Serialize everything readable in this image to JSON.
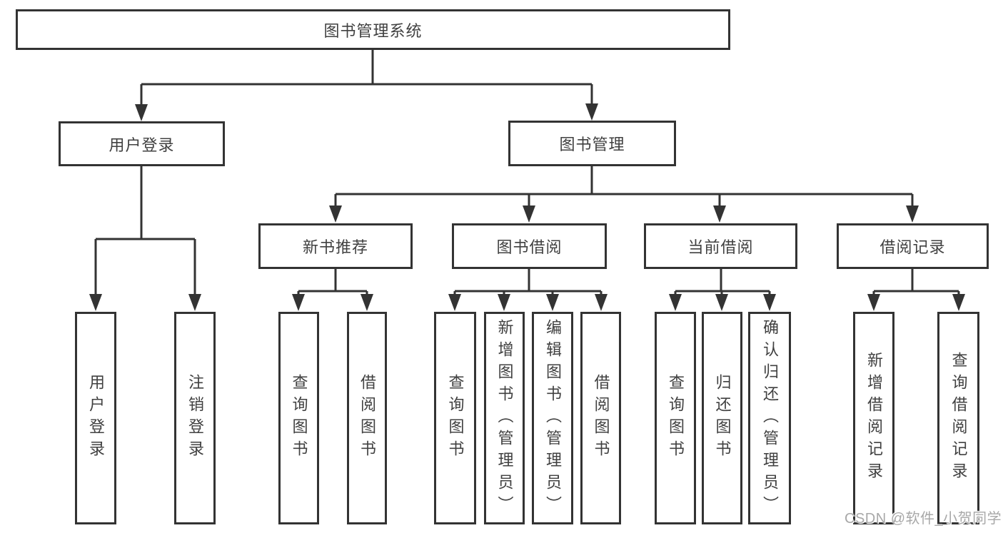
{
  "tree": {
    "root": {
      "label": "图书管理系统"
    },
    "children": [
      {
        "label": "用户登录",
        "children": [
          {
            "label": "用户登录"
          },
          {
            "label": "注销登录"
          }
        ]
      },
      {
        "label": "图书管理",
        "children": [
          {
            "label": "新书推荐",
            "children": [
              {
                "label": "查询图书"
              },
              {
                "label": "借阅图书"
              }
            ]
          },
          {
            "label": "图书借阅",
            "children": [
              {
                "label": "查询图书"
              },
              {
                "label": "新增图书（管理员）"
              },
              {
                "label": "编辑图书（管理员）"
              },
              {
                "label": "借阅图书"
              }
            ]
          },
          {
            "label": "当前借阅",
            "children": [
              {
                "label": "查询图书"
              },
              {
                "label": "归还图书"
              },
              {
                "label": "确认归还（管理员）"
              }
            ]
          },
          {
            "label": "借阅记录",
            "children": [
              {
                "label": "新增借阅记录"
              },
              {
                "label": "查询借阅记录"
              }
            ]
          }
        ]
      }
    ]
  },
  "watermark": {
    "text": "CSDN @软件_小贺同学"
  },
  "colors": {
    "line": "#333333",
    "text": "#404040",
    "watermark": "#a8a8a8",
    "background": "#ffffff"
  }
}
